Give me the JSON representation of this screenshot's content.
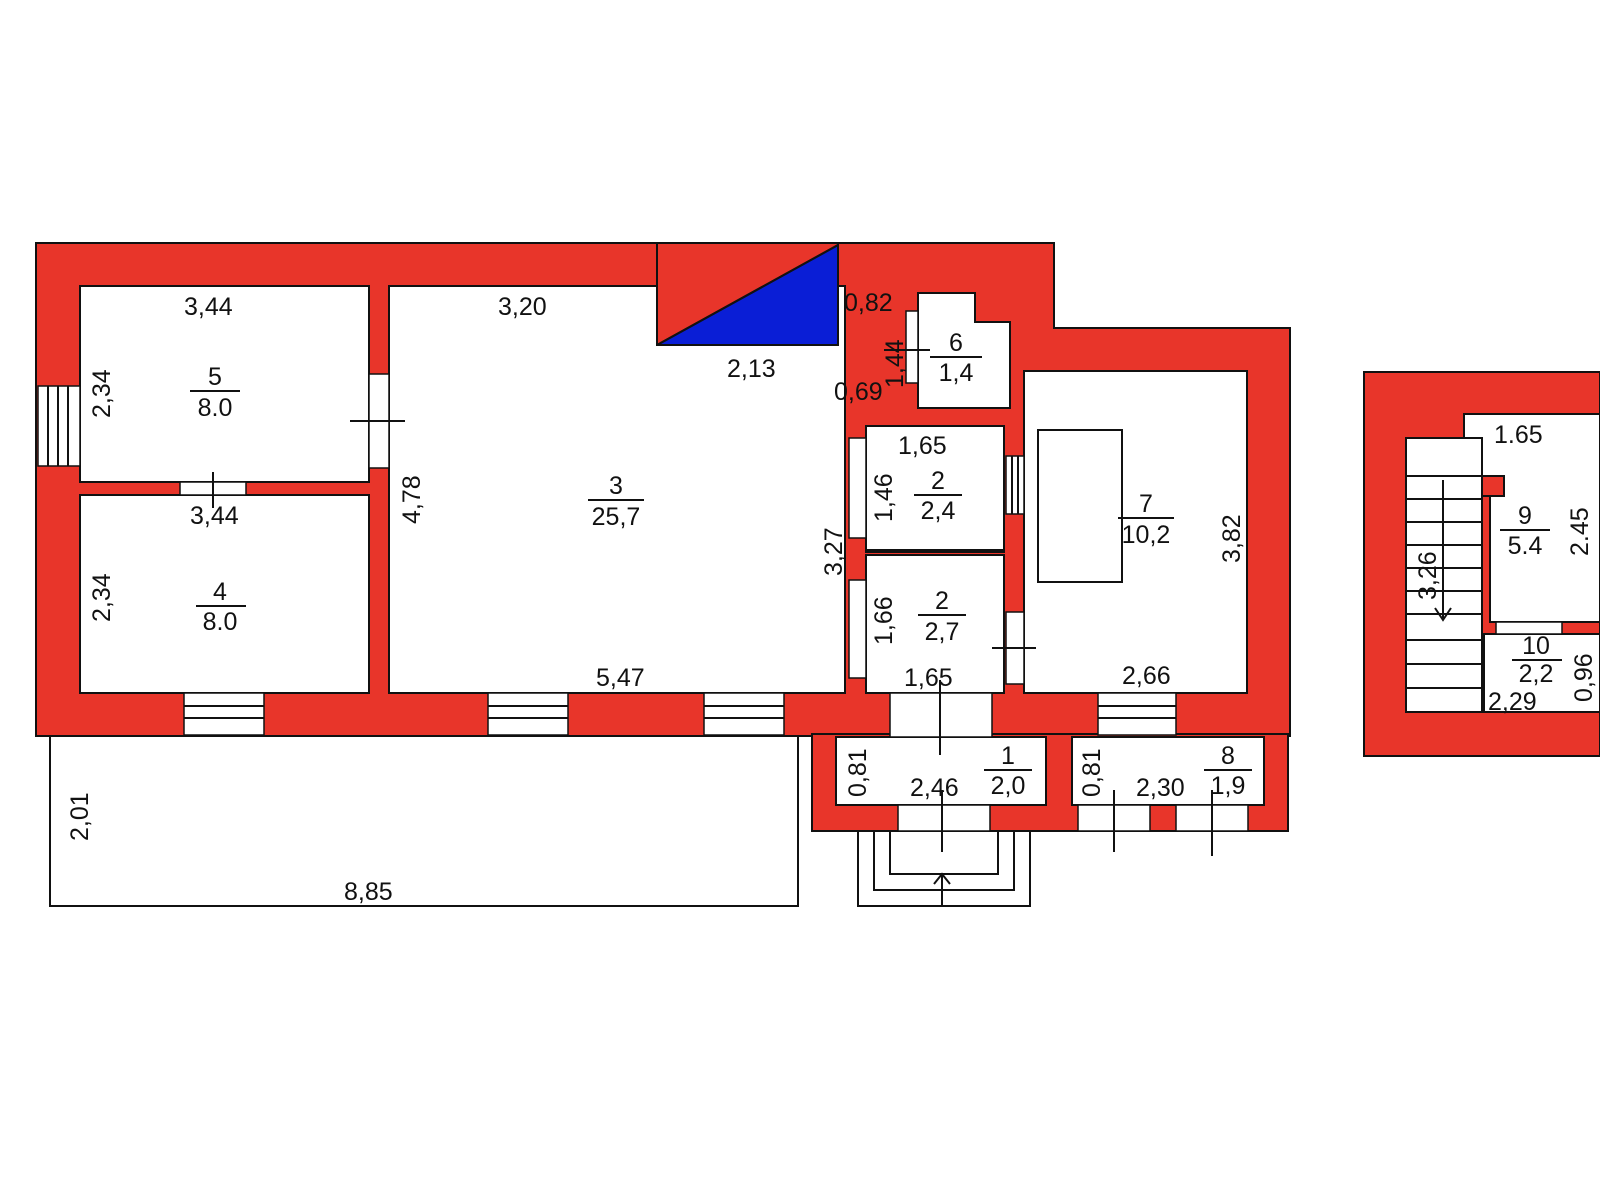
{
  "colors": {
    "wall": "#e8352a",
    "shaft": "#0a1ed6",
    "line": "#111111",
    "room": "#ffffff"
  },
  "rooms": {
    "r1": {
      "number": "1",
      "area": "2,0"
    },
    "r2a": {
      "number": "2",
      "area": "2,4"
    },
    "r2b": {
      "number": "2",
      "area": "2,7"
    },
    "r3": {
      "number": "3",
      "area": "25,7"
    },
    "r4": {
      "number": "4",
      "area": "8.0"
    },
    "r5": {
      "number": "5",
      "area": "8.0"
    },
    "r6": {
      "number": "6",
      "area": "1,4"
    },
    "r7": {
      "number": "7",
      "area": "10,2"
    },
    "r8": {
      "number": "8",
      "area": "1,9"
    },
    "r9": {
      "number": "9",
      "area": "5.4"
    },
    "r10": {
      "number": "10",
      "area": "2,2"
    }
  },
  "dims": {
    "r5_top": "3,44",
    "r5_left": "2,34",
    "r4_top": "3,44",
    "r4_left": "2,34",
    "r3_top": "3,20",
    "r3_left": "4,78",
    "r3_bottom": "5,47",
    "r3_right": "3,27",
    "shaft": "2,13",
    "r6_top": "0,82",
    "r6_side": "1,44",
    "r6_bottom": "0,69",
    "r2a_top": "1,65",
    "r2a_side": "1,46",
    "r2b_side": "1,66",
    "r2b_bottom": "1,65",
    "r7_bottom": "2,66",
    "r7_side": "3,82",
    "r1_side": "0,81",
    "r1_bottom": "2,46",
    "r8_side": "0,81",
    "r8_bottom": "2,30",
    "terrace_side": "2,01",
    "terrace_bottom": "8,85",
    "r9_top": "1.65",
    "r9_side": "2.45",
    "stair": "3,26",
    "r10_side": "0,96",
    "r10_bottom": "2,29"
  }
}
